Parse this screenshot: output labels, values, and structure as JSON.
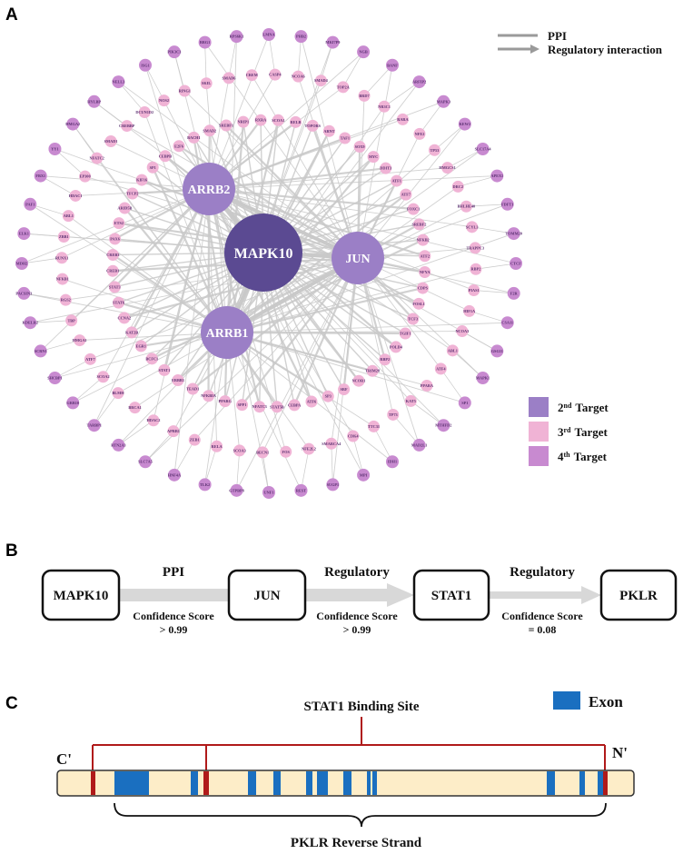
{
  "panels": {
    "a": "A",
    "b": "B",
    "c": "C"
  },
  "colors": {
    "second_target": "#9b7fc6",
    "third_target": "#f0b3d5",
    "fourth_target": "#c88ad0",
    "hub": "#5b4a92",
    "edge": "#c9c9c9",
    "arrow": "#d8d8d8",
    "strand_fill": "#fdedc8",
    "exon": "#1a6fc0",
    "binding": "#b01a1a"
  },
  "network": {
    "hub": {
      "label": "MAPK10"
    },
    "second_targets": [
      {
        "label": "ARRB2"
      },
      {
        "label": "JUN"
      },
      {
        "label": "ARRB1"
      }
    ],
    "outer_ring": [
      "LMNA",
      "PHB2",
      "MKI7P9",
      "NGB",
      "BANF",
      "ARFIP2",
      "MAPK3",
      "KEW2",
      "SLC17A4",
      "APEX1",
      "FDFT1",
      "TOMM20",
      "CTCF",
      "F2R",
      "CSA11",
      "GSG11",
      "MAPK1",
      "SP1",
      "MTHFD2",
      "MAD2L1",
      "IDH1",
      "MPI",
      "SUGP1",
      "REST",
      "UNF1",
      "GTPBP8",
      "TLK2",
      "HNF4A",
      "SLC7A5",
      "RTN2A3",
      "TARBP1",
      "GRB10",
      "SHCBP1",
      "SCRN1",
      "KDELR2",
      "PACSIN3",
      "MDH2",
      "ELK1",
      "PAF1",
      "FBX1",
      "YY1",
      "HMGA2",
      "HYLBP",
      "NELL3",
      "ISG1",
      "PIK3C3",
      "BRG1",
      "RPS6K1"
    ],
    "middle_ring": [
      "CASP4",
      "NCOA6",
      "SMAD4",
      "TOP2A",
      "BRD7",
      "NR3C1",
      "RARA",
      "NFE2",
      "TP53",
      "HMGCS1",
      "DRC2",
      "BHLHE40",
      "SCYL3",
      "TRAPPC3",
      "RBP2",
      "PIAS1",
      "HIF1A",
      "NCOA3",
      "ABL1",
      "ATF4",
      "PPARA",
      "KAT5",
      "TP73",
      "TTC31",
      "CDK4",
      "SMARCA4",
      "NFE2L2",
      "FOS",
      "BECN1",
      "SCOA3",
      "RELA",
      "ZEB1",
      "APRB1",
      "HDAC2",
      "BRCA1",
      "BLMH",
      "SCOA2",
      "ATF7",
      "HMGA1",
      "TBP",
      "RGS2",
      "NFKB1",
      "RUNX1",
      "ZBB1",
      "ARL1",
      "HDAC1",
      "EP300",
      "NFATC2",
      "SMAD1",
      "CREBBP",
      "DCUN1D2",
      "NOS2",
      "RING1",
      "SKIL",
      "SMAD6",
      "CREM"
    ],
    "inner_ring": [
      "SCOA1",
      "RELB",
      "TOPORS",
      "ARNT",
      "TAF1",
      "SOX9",
      "MYC",
      "DDIT3",
      "ATF1",
      "ATF7",
      "FOXC1",
      "SREBF2",
      "NFKB2",
      "ATF2",
      "NFYA",
      "CDPS",
      "FOSL1",
      "TCF3",
      "TGIF1",
      "POLD4",
      "RBP2",
      "TRIM28",
      "NCOR1",
      "SRF",
      "SP3",
      "ATF6",
      "CEBPA",
      "STAT5B",
      "NFATC3",
      "SPP1",
      "PPARG",
      "NFKBIA",
      "TEAD1",
      "ERBB3",
      "STAT1",
      "BCFC1",
      "EGR1",
      "KAT2B",
      "CCNA2",
      "STAT6",
      "STAT3",
      "CREB1",
      "CREB3",
      "PAX6",
      "ETS2",
      "ARID5B",
      "TFCP2",
      "KIF16",
      "SP1",
      "CEBPB",
      "E2F6",
      "BACH1",
      "SMAD2",
      "SREBF1",
      "NRIP1",
      "RXRA"
    ]
  },
  "legend_lines": {
    "ppi": "PPI",
    "regulatory": "Regulatory interaction"
  },
  "legend_boxes": {
    "second": {
      "sup": "nd",
      "pre": "2",
      "post": "Target"
    },
    "third": {
      "sup": "rd",
      "pre": "3",
      "post": "Target"
    },
    "fourth": {
      "sup": "th",
      "pre": "4",
      "post": "Target"
    }
  },
  "pathway": {
    "nodes": [
      "MAPK10",
      "JUN",
      "STAT1",
      "PKLR"
    ],
    "edges": [
      {
        "type": "PPI",
        "score_label": "Confidence Score",
        "score_value": "> 0.99"
      },
      {
        "type": "Regulatory",
        "score_label": "Confidence Score",
        "score_value": "> 0.99"
      },
      {
        "type": "Regulatory",
        "score_label": "Confidence Score",
        "score_value": "= 0.08"
      }
    ]
  },
  "gene": {
    "binding_site_label": "STAT1 Binding Site",
    "exon_label": "Exon",
    "left_end": "C'",
    "right_end": "N'",
    "strand_label": "PKLR Reverse Strand"
  }
}
